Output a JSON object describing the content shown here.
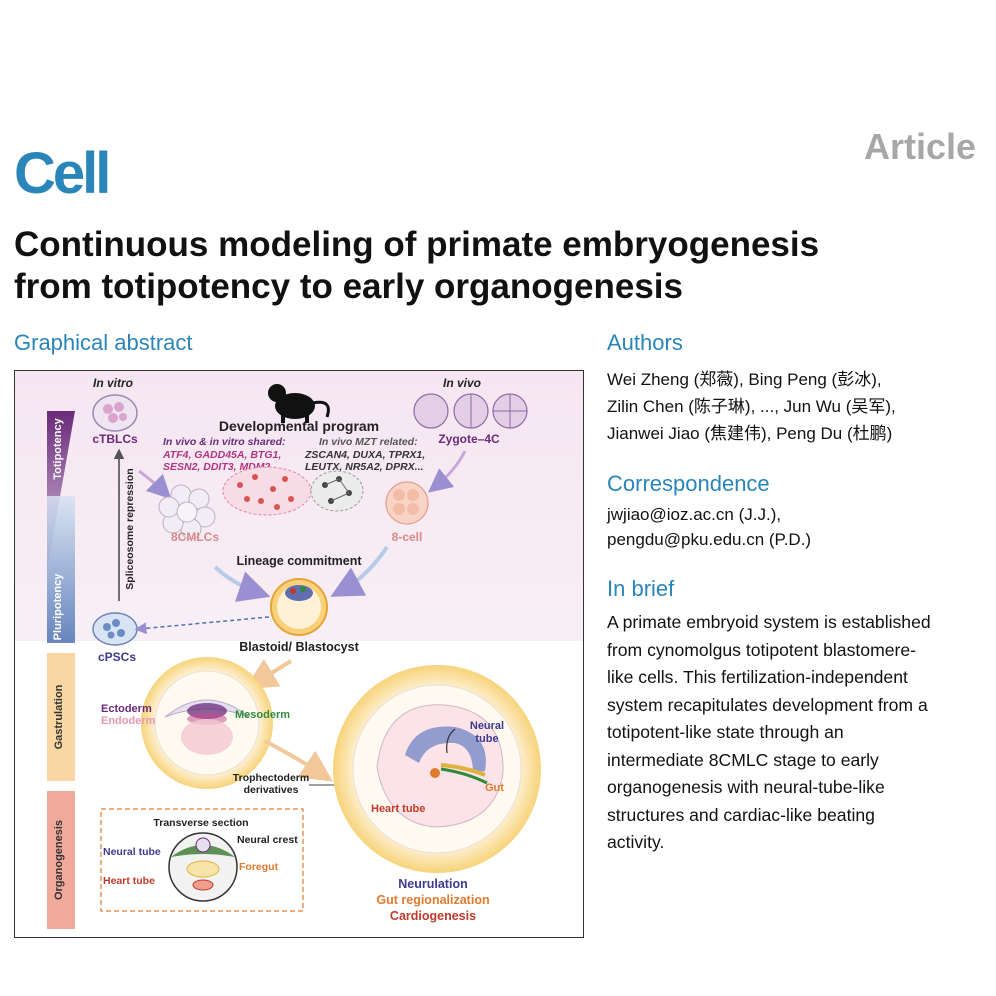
{
  "journal": "Cell",
  "article_type": "Article",
  "title_line1": "Continuous modeling of primate embryogenesis",
  "title_line2": "from totipotency to early organogenesis",
  "graphical_abstract_heading": "Graphical abstract",
  "authors_heading": "Authors",
  "authors_lines": [
    "Wei Zheng (郑薇), Bing Peng (彭冰),",
    "Zilin Chen (陈子琳), ..., Jun Wu (吴军),",
    "Jianwei Jiao (焦建伟), Peng Du (杜鹏)"
  ],
  "correspondence_heading": "Correspondence",
  "correspondence_lines": [
    "jwjiao@ioz.ac.cn (J.J.),",
    "pengdu@pku.edu.cn (P.D.)"
  ],
  "in_brief_heading": "In brief",
  "in_brief_lines": [
    "A primate embryoid system is established",
    "from cynomolgus totipotent blastomere-",
    "like cells. This fertilization-independent",
    "system recapitulates development from a",
    "totipotent-like state through an",
    "intermediate 8CMLC stage to early",
    "organogenesis with neural-tube-like",
    "structures and cardiac-like beating",
    "activity."
  ],
  "figure": {
    "in_vitro": "In vitro",
    "in_vivo": "In vivo",
    "totipotency": "Totipotency",
    "pluripotency": "Pluripotency",
    "gastrulation": "Gastrulation",
    "organogenesis": "Organogenesis",
    "ctblcs": "cTBLCs",
    "cpscs": "cPSCs",
    "spliceosome": "Spliceosome repression",
    "dev_program": "Developmental program",
    "shared_label": "In vivo & in vitro shared:",
    "shared_genes_1": "ATF4, GADD45A, BTG1,",
    "shared_genes_2": "SESN2, DDIT3, MDM2...",
    "mzt_label": "In vivo MZT related:",
    "mzt_genes_1": "ZSCAN4, DUXA, TPRX1,",
    "mzt_genes_2": "LEUTX, NR5A2, DPRX...",
    "zygote": "Zygote–4C",
    "cml8": "8CMLCs",
    "cell8": "8-cell",
    "lineage": "Lineage commitment",
    "blastoid": "Blastoid/ Blastocyst",
    "ectoderm": "Ectoderm",
    "endoderm": "Endoderm",
    "mesoderm": "Mesoderm",
    "troph_1": "Trophectoderm",
    "troph_2": "derivatives",
    "transverse": "Transverse section",
    "neural_crest": "Neural crest",
    "neural_tube": "Neural tube",
    "foregut": "Foregut",
    "heart_tube": "Heart tube",
    "neural_1": "Neural",
    "neural_2": "tube",
    "gut": "Gut",
    "neurulation": "Neurulation",
    "gut_reg": "Gut regionalization",
    "cardio": "Cardiogenesis"
  },
  "colors": {
    "brand_blue": "#2a86b8",
    "article_gray": "#a7a7a7",
    "purple": "#6b2a7a",
    "magenta": "#b2357f",
    "pink_label": "#d98a8a",
    "orange": "#e07a2e",
    "red": "#c0392b",
    "green": "#2e8b3a",
    "navy": "#3b3b8f"
  }
}
